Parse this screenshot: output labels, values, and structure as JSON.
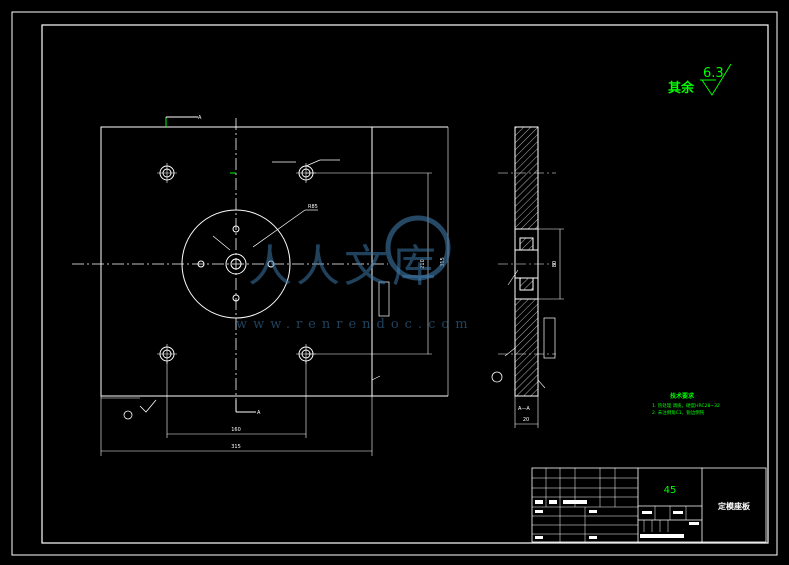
{
  "roughness": {
    "prefix": "其余",
    "value": "6.3"
  },
  "dimensions": {
    "top_width": "315",
    "hole_spacing": "160",
    "side_height": "315",
    "inner_height": "210",
    "plate_thickness": "20",
    "section_height": "80",
    "callout_r": "R85"
  },
  "markers": {
    "section": "A",
    "side_label": "A—A"
  },
  "tech_notes": {
    "title": "技术要求",
    "items": [
      "1. 热处理 调质，硬度HRC28~32",
      "2. 未注倒角C1，锐边倒钝"
    ]
  },
  "title_block": {
    "material": "45",
    "part_name": "定模座板"
  },
  "watermark": {
    "brand": "人人文库",
    "url": "www.renrendoc.com"
  },
  "colors": {
    "line": "#ffffff",
    "dim": "#ffffff",
    "text": "#00ff00",
    "center": "#ffffff"
  }
}
